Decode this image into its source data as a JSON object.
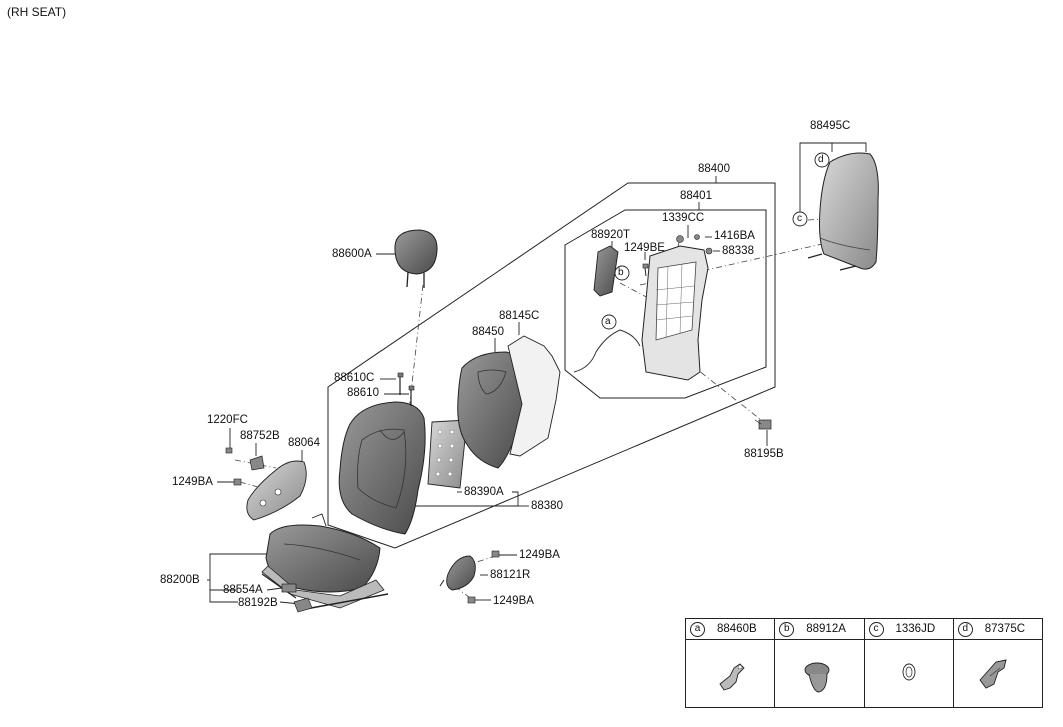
{
  "title": "(RH SEAT)",
  "labels": {
    "p88495C": "88495C",
    "p88400": "88400",
    "p88401": "88401",
    "p1339CC": "1339CC",
    "p88920T": "88920T",
    "p1416BA": "1416BA",
    "p1249BE": "1249BE",
    "p88338": "88338",
    "p88600A": "88600A",
    "p88145C": "88145C",
    "p88450": "88450",
    "p88610C": "88610C",
    "p88610": "88610",
    "p1220FC": "1220FC",
    "p88752B": "88752B",
    "p88064": "88064",
    "p1249BA_left": "1249BA",
    "p88390A": "88390A",
    "p88380": "88380",
    "p88195B": "88195B",
    "p1249BA_mid": "1249BA",
    "p88121R": "88121R",
    "p1249BA_bottom": "1249BA",
    "p88200B": "88200B",
    "p88554A": "88554A",
    "p88192B": "88192B"
  },
  "callouts": {
    "a": "a",
    "b": "b",
    "c": "c",
    "d": "d"
  },
  "legend": [
    {
      "letter": "a",
      "part": "88460B",
      "icon": "wire-clip-icon"
    },
    {
      "letter": "b",
      "part": "88912A",
      "icon": "push-clip-icon"
    },
    {
      "letter": "c",
      "part": "1336JD",
      "icon": "grommet-icon"
    },
    {
      "letter": "d",
      "part": "87375C",
      "icon": "bracket-clip-icon"
    }
  ]
}
